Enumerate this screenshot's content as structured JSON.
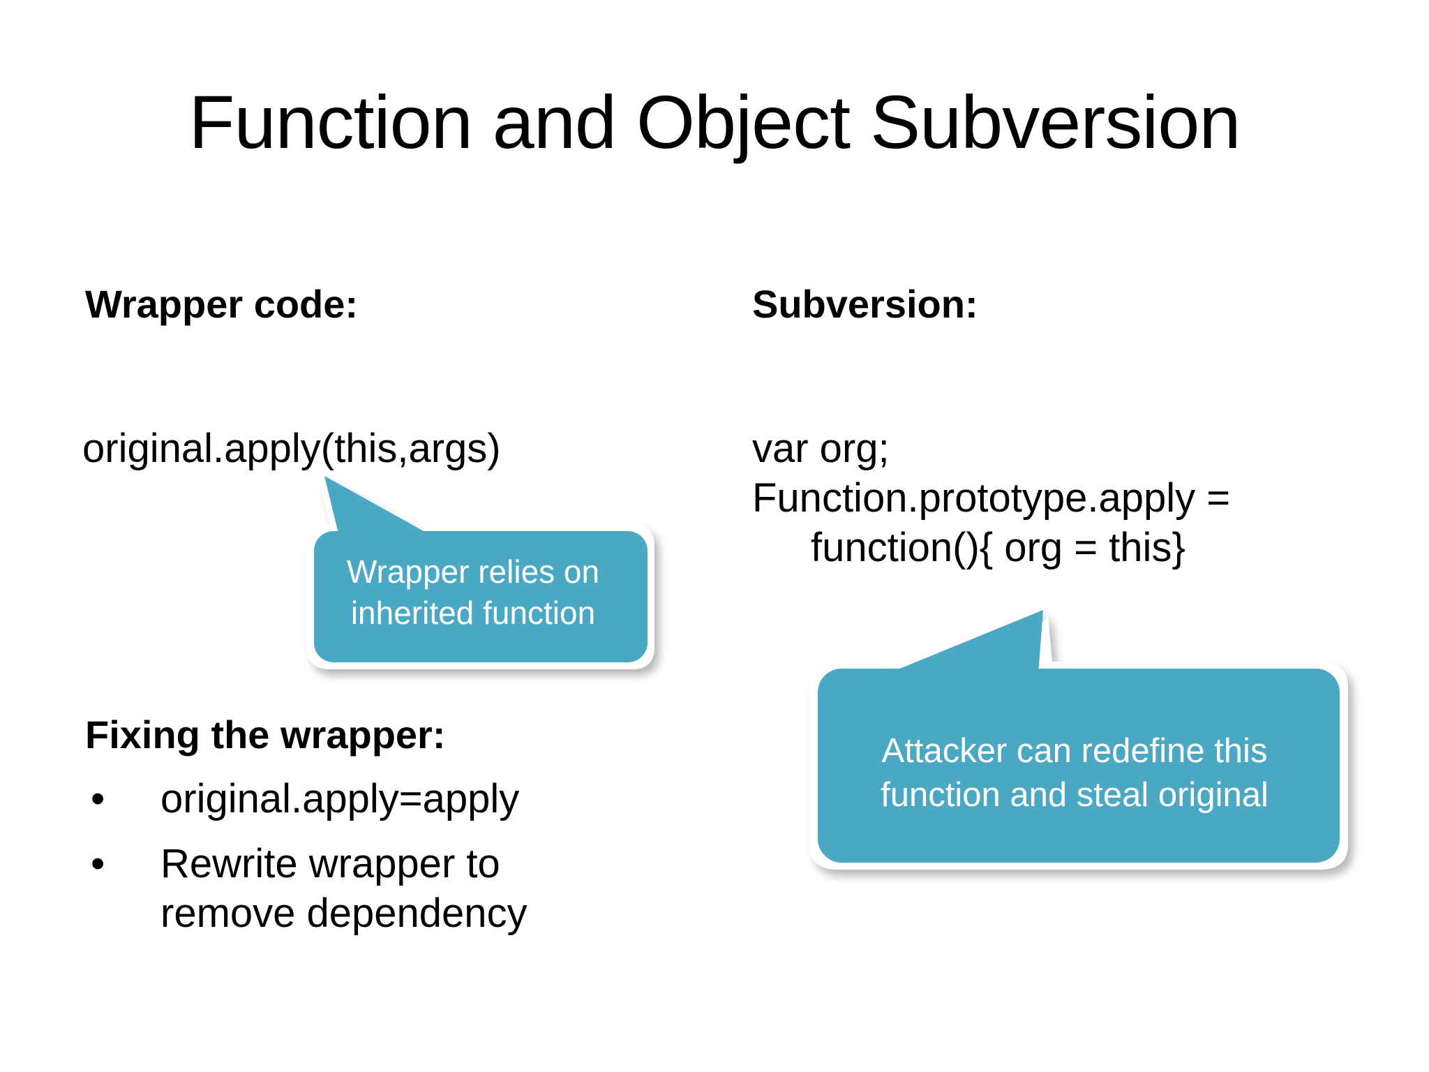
{
  "slide": {
    "title": "Function and Object Subversion",
    "background_color": "#ffffff",
    "accent_color": "#4BA8C4",
    "callout_text_color": "#ffffff"
  },
  "left_column": {
    "heading": "Wrapper code:",
    "code": "original.apply(this,args)",
    "fixing_heading": "Fixing the wrapper:",
    "bullet_marker": "•",
    "bullets": [
      "original.apply=apply",
      "Rewrite wrapper  to remove dependency"
    ]
  },
  "right_column": {
    "heading": "Subversion:",
    "code_line_1": "var org;",
    "code_line_2": "Function.prototype.apply =",
    "code_line_3": "function(){ org = this}"
  },
  "callouts": [
    {
      "id": "wrapper-relies",
      "line_1": "Wrapper relies on",
      "line_2": "inherited function",
      "fill": "#4BA8C4",
      "border": "#ffffff",
      "tail_direction": "up-left"
    },
    {
      "id": "attacker-redefine",
      "line_1": "Attacker can redefine this",
      "line_2": "function and steal original",
      "fill": "#4BA8C4",
      "border": "#ffffff",
      "tail_direction": "up-right"
    }
  ]
}
